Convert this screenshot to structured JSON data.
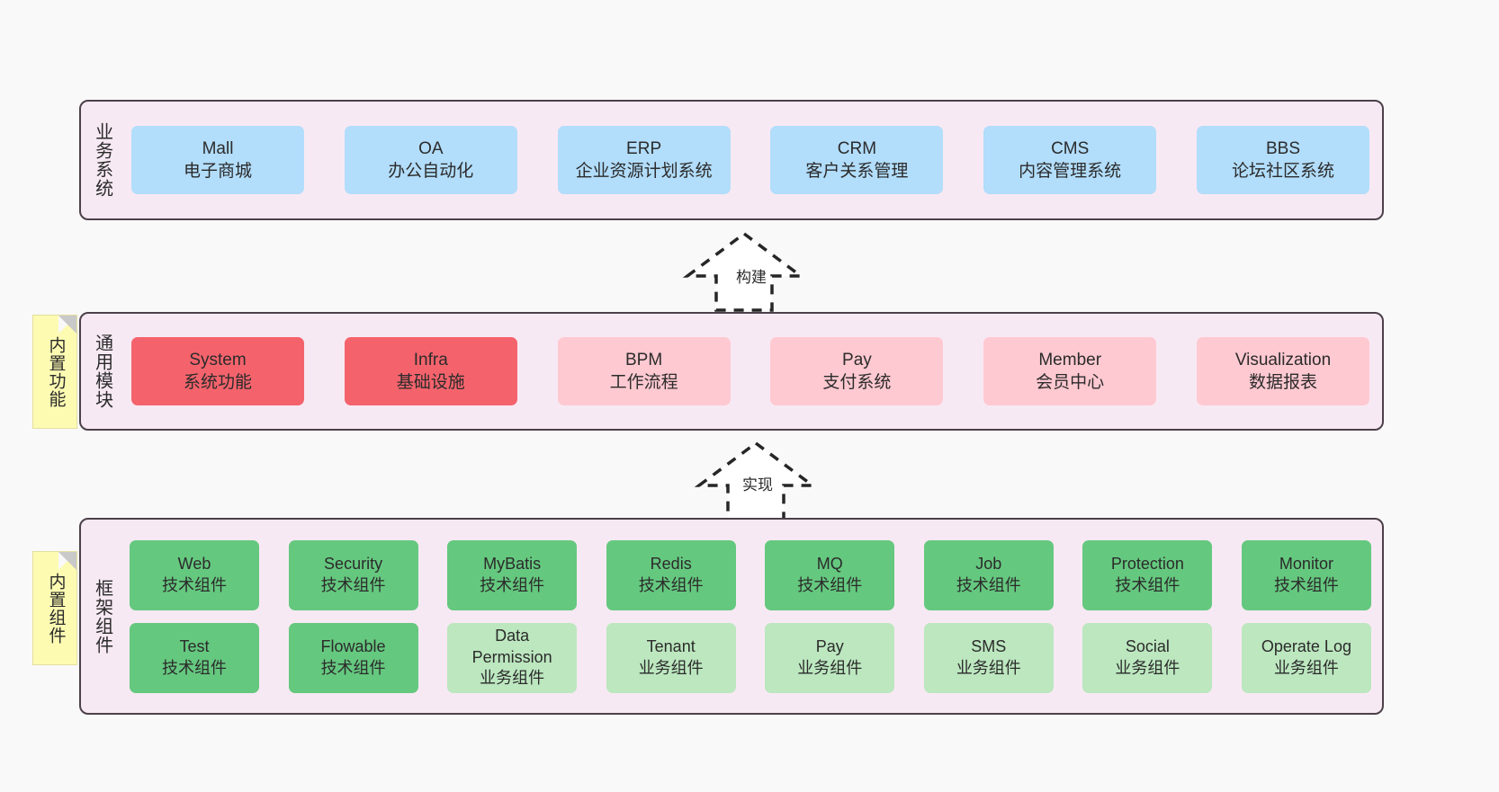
{
  "diagram": {
    "title_hidden": "",
    "colors": {
      "panel_bg": "#f7e9f3",
      "panel_border": "#4c4049",
      "business_card": "#b2ddfb",
      "module_card": "#ffc9d1",
      "module_card_strong": "#f4636c",
      "tech_card": "#65c87f",
      "biz_card": "#bce7bf",
      "note_bg": "#fdfbb2",
      "canvas_bg": "#f9f9f9"
    }
  },
  "layers": [
    {
      "id": "business",
      "title": "业务系统",
      "rows": [
        {
          "cards": [
            {
              "name": "Mall",
              "desc": "电子商城",
              "style": "blue"
            },
            {
              "name": "OA",
              "desc": "办公自动化",
              "style": "blue"
            },
            {
              "name": "ERP",
              "desc": "企业资源计划系统",
              "style": "blue"
            },
            {
              "name": "CRM",
              "desc": "客户关系管理",
              "style": "blue"
            },
            {
              "name": "CMS",
              "desc": "内容管理系统",
              "style": "blue"
            },
            {
              "name": "BBS",
              "desc": "论坛社区系统",
              "style": "blue"
            }
          ]
        }
      ]
    },
    {
      "id": "modules",
      "title": "通用模块",
      "rows": [
        {
          "cards": [
            {
              "name": "System",
              "desc": "系统功能",
              "style": "red-strong"
            },
            {
              "name": "Infra",
              "desc": "基础设施",
              "style": "red-strong"
            },
            {
              "name": "BPM",
              "desc": "工作流程",
              "style": "pink"
            },
            {
              "name": "Pay",
              "desc": "支付系统",
              "style": "pink"
            },
            {
              "name": "Member",
              "desc": "会员中心",
              "style": "pink"
            },
            {
              "name": "Visualization",
              "desc": "数据报表",
              "style": "pink"
            }
          ]
        }
      ]
    },
    {
      "id": "framework",
      "title": "框架组件",
      "rows": [
        {
          "cards": [
            {
              "name": "Web",
              "desc": "技术组件",
              "style": "green"
            },
            {
              "name": "Security",
              "desc": "技术组件",
              "style": "green"
            },
            {
              "name": "MyBatis",
              "desc": "技术组件",
              "style": "green"
            },
            {
              "name": "Redis",
              "desc": "技术组件",
              "style": "green"
            },
            {
              "name": "MQ",
              "desc": "技术组件",
              "style": "green"
            },
            {
              "name": "Job",
              "desc": "技术组件",
              "style": "green"
            },
            {
              "name": "Protection",
              "desc": "技术组件",
              "style": "green"
            },
            {
              "name": "Monitor",
              "desc": "技术组件",
              "style": "green"
            }
          ]
        },
        {
          "cards": [
            {
              "name": "Test",
              "desc": "技术组件",
              "style": "green"
            },
            {
              "name": "Flowable",
              "desc": "技术组件",
              "style": "green"
            },
            {
              "name": "Data Permission",
              "desc": "业务组件",
              "style": "green-light"
            },
            {
              "name": "Tenant",
              "desc": "业务组件",
              "style": "green-light"
            },
            {
              "name": "Pay",
              "desc": "业务组件",
              "style": "green-light"
            },
            {
              "name": "SMS",
              "desc": "业务组件",
              "style": "green-light"
            },
            {
              "name": "Social",
              "desc": "业务组件",
              "style": "green-light"
            },
            {
              "name": "Operate Log",
              "desc": "业务组件",
              "style": "green-light"
            }
          ]
        }
      ]
    }
  ],
  "notes": [
    {
      "id": "features",
      "label": "内置功能"
    },
    {
      "id": "components",
      "label": "内置组件"
    }
  ],
  "connectors": [
    {
      "id": "build",
      "label": "构建",
      "icon": "generalization-arrow-up-icon"
    },
    {
      "id": "impl",
      "label": "实现",
      "icon": "generalization-arrow-up-icon"
    }
  ]
}
